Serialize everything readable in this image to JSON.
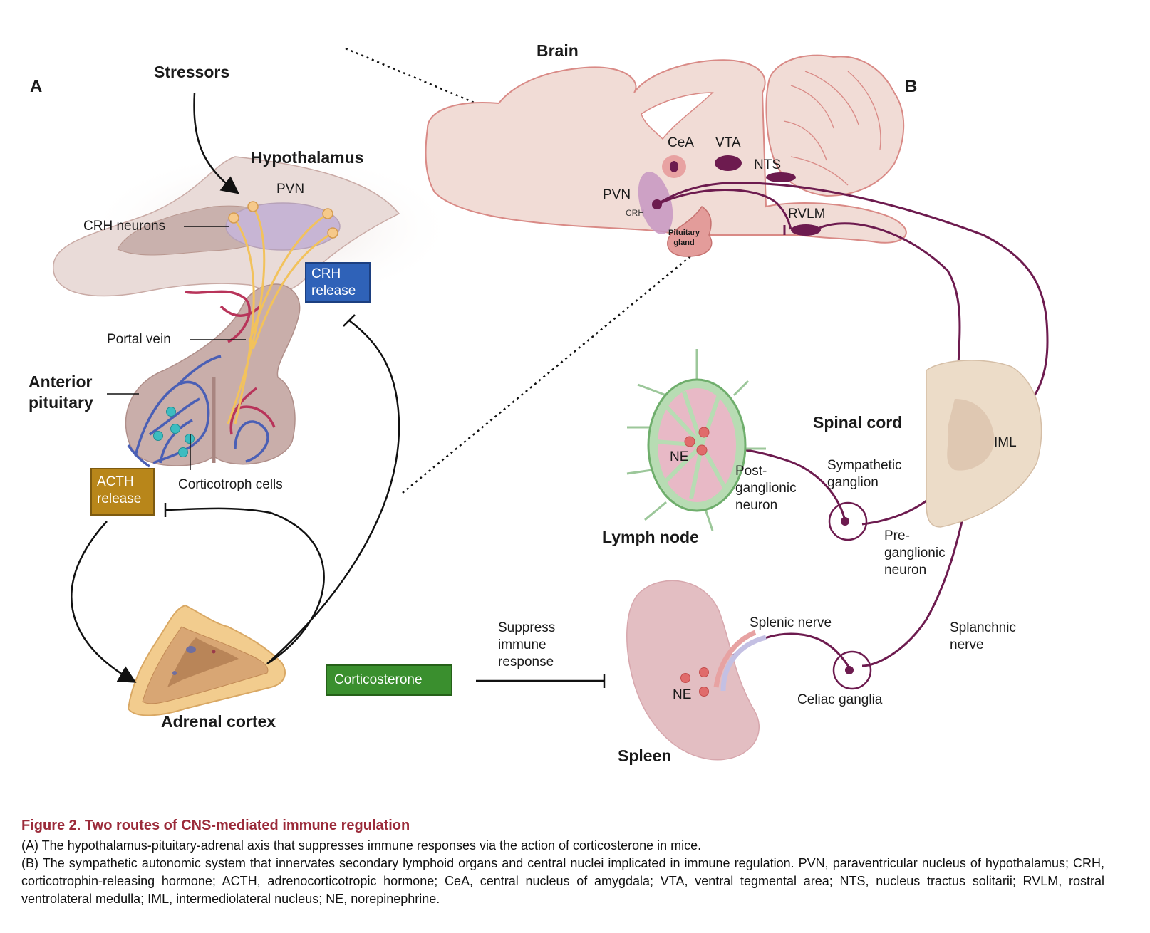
{
  "panels": {
    "a": "A",
    "b": "B"
  },
  "panel_a": {
    "stressors": "Stressors",
    "hypothalamus": "Hypothalamus",
    "pvn": "PVN",
    "crh_neurons": "CRH neurons",
    "crh_release": "CRH\nrelease",
    "portal_vein": "Portal vein",
    "anterior_pituitary": "Anterior\npituitary",
    "corticotroph_cells": "Corticotroph cells",
    "acth_release": "ACTH\nrelease",
    "adrenal_cortex": "Adrenal cortex",
    "corticosterone": "Corticosterone",
    "suppress": "Suppress\nimmune\nresponse"
  },
  "panel_b": {
    "brain": "Brain",
    "cea": "CeA",
    "vta": "VTA",
    "nts": "NTS",
    "pvn": "PVN",
    "crh": "CRH",
    "rvlm": "RVLM",
    "pituitary_gland": "Pituitary\ngland",
    "spinal_cord": "Spinal cord",
    "iml": "IML",
    "lymph_node": "Lymph node",
    "ne_lymph": "NE",
    "post_ganglionic": "Post-\nganglionic\nneuron",
    "sympathetic_ganglion": "Sympathetic\nganglion",
    "pre_ganglionic": "Pre-\nganglionic\nneuron",
    "splenic_nerve": "Splenic nerve",
    "splanchnic_nerve": "Splanchnic\nnerve",
    "celiac_ganglia": "Celiac ganglia",
    "ne_spleen": "NE",
    "spleen": "Spleen"
  },
  "colors": {
    "crh_box": "#2f62b8",
    "acth_box": "#b8861a",
    "cort_box": "#3a8f2e",
    "neuron": "#6d1b4f",
    "caption_title": "#9b2b3a"
  },
  "caption": {
    "title": "Figure 2.  Two routes of CNS-mediated immune regulation",
    "a": "(A) The hypothalamus-pituitary-adrenal axis that suppresses immune responses via the action of corticosterone in mice.",
    "b": "(B) The sympathetic autonomic system that innervates secondary lymphoid organs and central nuclei implicated in immune regulation. PVN, paraventricular nucleus of hypothalamus; CRH, corticotrophin-releasing hormone; ACTH, adrenocorticotropic hormone; CeA, central nucleus of amygdala; VTA, ventral tegmental area; NTS, nucleus tractus solitarii; RVLM, rostral ventrolateral medulla; IML, intermediolateral nucleus; NE, norepinephrine."
  }
}
